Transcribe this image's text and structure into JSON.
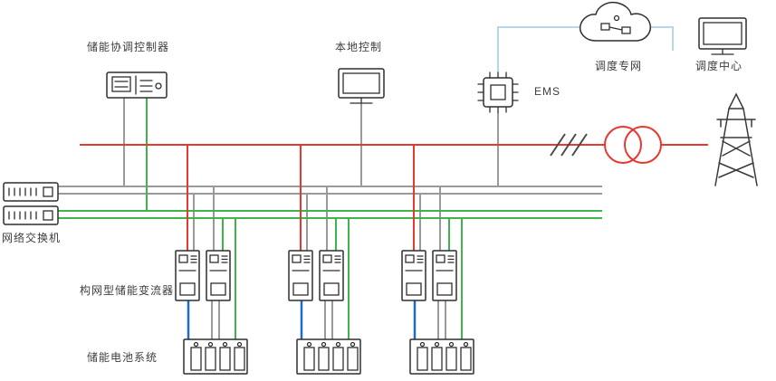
{
  "labels": {
    "controller": "储能协调控制器",
    "local_control": "本地控制",
    "dispatch_network": "调度专网",
    "dispatch_center": "调度中心",
    "ems": "EMS",
    "network_switch": "网络交换机",
    "converter": "构网型储能变流器",
    "battery": "储能电池系统"
  },
  "colors": {
    "power_line": "#e8382f",
    "comm_bus": "#9a9a9a",
    "green_bus": "#3db54a",
    "dc_link": "#1e6ac8",
    "cloud_link": "#b7d7e4",
    "outline": "#2f2f2f"
  },
  "icons": {
    "controller": "controller-device-icon",
    "local_control": "monitor-icon",
    "ems": "chip-icon",
    "dispatch_network": "cloud-icon",
    "dispatch_center": "monitor-icon",
    "network_switch": "switch-stack-icon",
    "converter": "cabinet-icon",
    "battery": "battery-rack-icon",
    "transformer": "transformer-circles-icon",
    "grid": "transmission-tower-icon",
    "line_break": "slash-break-icon"
  }
}
